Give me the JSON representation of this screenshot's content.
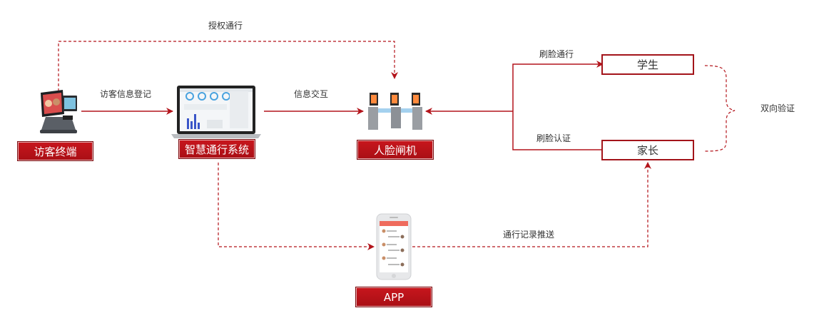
{
  "nodes": {
    "visitor_terminal": "访客终端",
    "smart_system": "智慧通行系统",
    "face_gate": "人脸闸机",
    "app": "APP",
    "student": "学生",
    "parent": "家长"
  },
  "edges": {
    "authorized_pass": "授权通行",
    "visitor_register": "访客信息登记",
    "info_exchange": "信息交互",
    "student_face_pass": "刷脸通行",
    "parent_face_auth": "刷脸认证",
    "record_push": "通行记录推送",
    "two_way_verify": "双向验证"
  },
  "colors": {
    "accent": "#c8161d",
    "line": "#b3141b"
  },
  "icons": [
    "kiosk-icon",
    "laptop-icon",
    "gate-icon",
    "phone-icon"
  ]
}
